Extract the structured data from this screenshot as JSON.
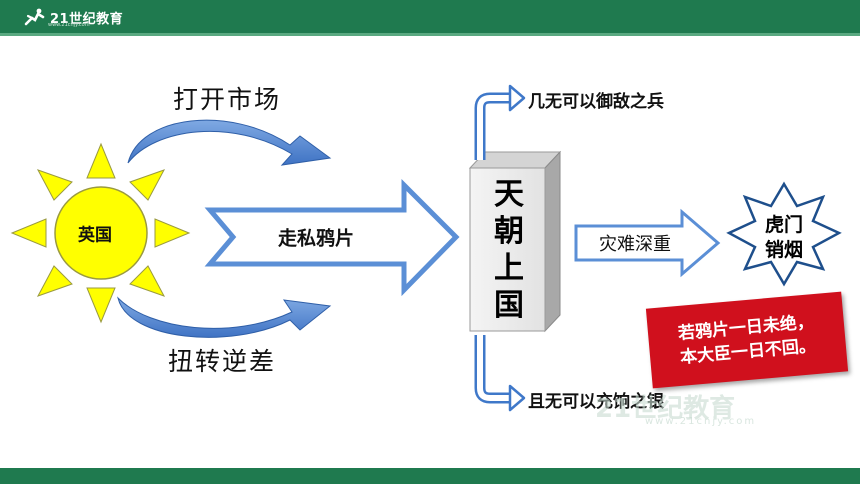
{
  "header": {
    "logo_text": "21世纪教育",
    "logo_url": "www.21cnjy.com"
  },
  "diagram": {
    "sun_label": "英国",
    "top_curve_label": "打开市场",
    "bottom_curve_label": "扭转逆差",
    "main_arrow_label": "走私鸦片",
    "pillar_chars": [
      "天",
      "朝",
      "上",
      "国"
    ],
    "upper_branch_label": "几无可以御敌之兵",
    "lower_branch_label": "且无可以充饷之银",
    "disaster_label": "灾难深重",
    "star_lines": [
      "虎门",
      "销烟"
    ],
    "quote_lines": [
      "若鸦片一日未绝，",
      "本大臣一日不回。"
    ]
  },
  "watermark": {
    "text": "21世纪教育",
    "url": "www.21cnjy.com"
  },
  "colors": {
    "brand_green": "#1f7a4f",
    "sun_yellow": "#ffff00",
    "arrow_blue": "#5b8fd6",
    "quote_red": "#d0101d"
  }
}
